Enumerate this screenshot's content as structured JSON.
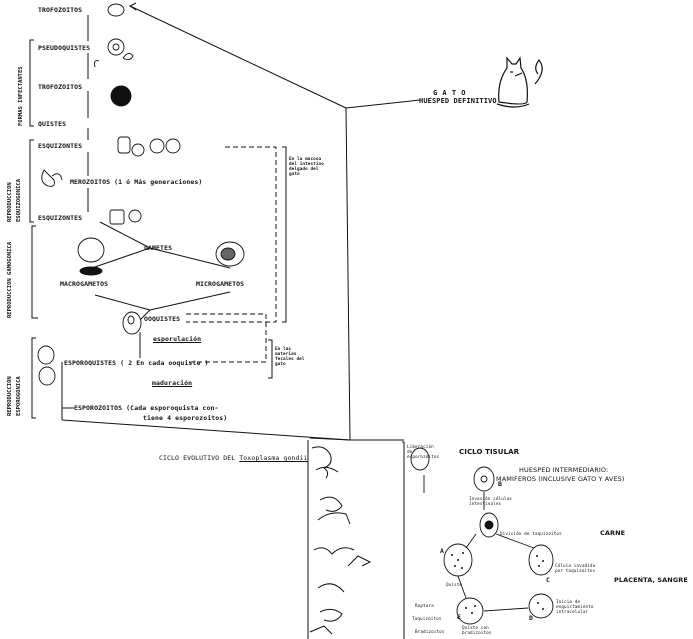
{
  "stages": {
    "trofozoitos_top": "TROFOZOITOS",
    "pseudoquistes": "PSEUDOQUISTES",
    "trofozoitos_mid": "TROFOZOITOS",
    "quistes": "QUISTES",
    "esquizontes_1": "ESQUIZONTES",
    "merozoitos": "MEROZOITOS (1 ó Más generaciones)",
    "esquizontes_2": "ESQUIZONTES",
    "gametes": "GAMETES",
    "macrogametos": "MACROGAMETOS",
    "microgametos": "MICROGAMETOS",
    "ooquistes": "OOQUISTES",
    "esporulacion": "esporulación",
    "esporoquistes": "ESPOROQUISTES ( 2 En cada ooquiste )",
    "maduracion": "maduración",
    "esporozoitos_line1": "ESPOROZOITOS (Cada esporoquista con-",
    "esporozoitos_line2": "tiene 4 esporozoitos)"
  },
  "side_labels": {
    "formas_infectantes": "FORMAS INFECTANTES",
    "reproduccion_esquizogonica": "REPRODUCCION ESQUIZOGONICA",
    "reproduccion_gamogonica": "REPRODUCCION GAMOGONICA",
    "reproduccion_esporogonica": "REPRODUCCION ESPOROGONICA"
  },
  "notes": {
    "intestino": "En la mucosa del intestino delgado del gato",
    "heces": "En las materias fecales del gato"
  },
  "host": {
    "name": "G A T O",
    "role": "HUESPED DEFINITIVO"
  },
  "caption": {
    "prefix": "CICLO EVOLUTIVO DEL ",
    "species": "Toxoplasma gondii"
  },
  "tissue_cycle": {
    "title": "CICLO TISULAR",
    "host_line1": "HUESPED INTERMEDIARIO:",
    "host_line2": "MAMIFEROS (INCLUSIVE GATO Y AVES)",
    "carne": "CARNE",
    "placenta": "PLACENTA, SANGRE",
    "lib": "Liberación de esporozoitos",
    "invasion": "Invasión células intestinales",
    "division": "División de taquizoitos",
    "celula": "Célula invadida por taquizoitos",
    "inicio": "Inicio de enquistamiento intracelular",
    "quiste_label": "Quiste",
    "rom": "Ruptura",
    "tq": "Taquizoitos",
    "brad": "Bradizoitos",
    "tissue_q": "Quiste con bradizoitos",
    "letter_a": "A",
    "letter_b": "B",
    "letter_c": "C",
    "letter_d": "D",
    "letter_e": "E"
  }
}
